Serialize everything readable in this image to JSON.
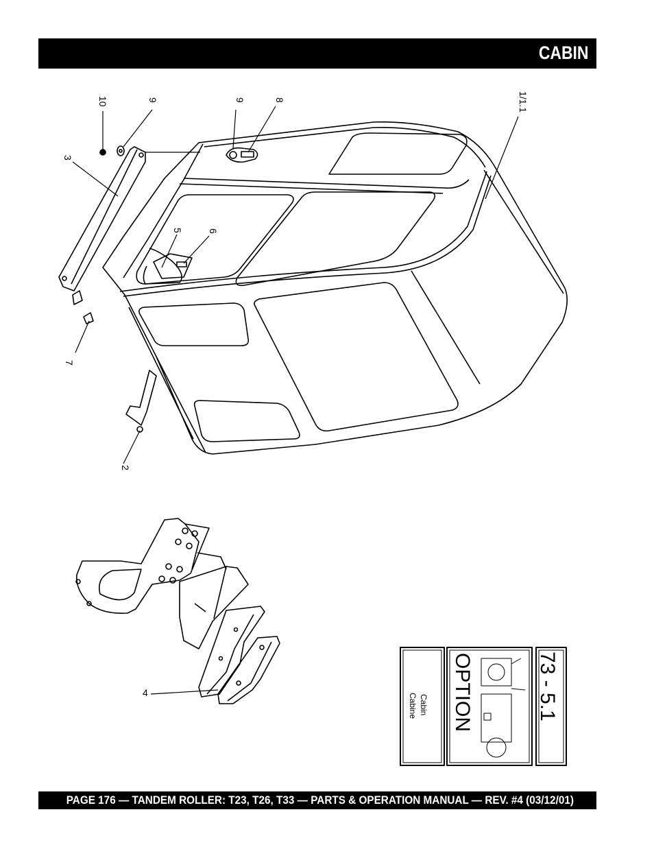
{
  "header": {
    "title": "CABIN"
  },
  "footer": {
    "text": "PAGE 176 — TANDEM ROLLER: T23, T26, T33 — PARTS & OPERATION MANUAL — REV. #4 (03/12/01)"
  },
  "callouts": {
    "c1": "1/1.1",
    "c2": "2",
    "c3": "3",
    "c4": "4",
    "c5": "5",
    "c6": "6",
    "c7": "7",
    "c8": "8",
    "c9a": "9",
    "c9b": "9",
    "c10": "10"
  },
  "option_box": {
    "section_number": "73 - 5.1",
    "option_label": "OPTION",
    "name_en": "Cabin",
    "name_fr": "Cabine"
  }
}
